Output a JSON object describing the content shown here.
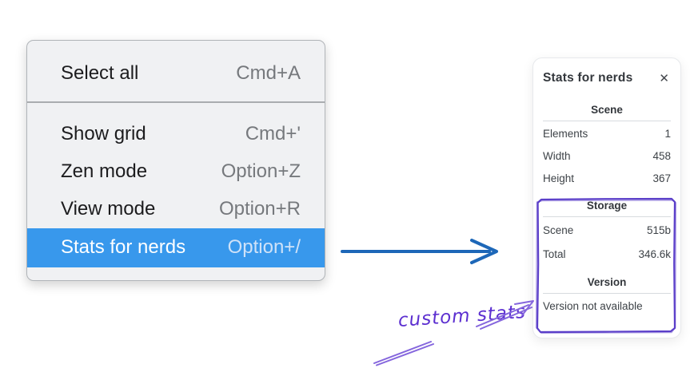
{
  "menu": {
    "items": [
      {
        "label": "Select all",
        "shortcut": "Cmd+A",
        "highlighted": false
      },
      {
        "label": "Show grid",
        "shortcut": "Cmd+'",
        "highlighted": false
      },
      {
        "label": "Zen mode",
        "shortcut": "Option+Z",
        "highlighted": false
      },
      {
        "label": "View mode",
        "shortcut": "Option+R",
        "highlighted": false
      },
      {
        "label": "Stats for nerds",
        "shortcut": "Option+/",
        "highlighted": true
      }
    ],
    "highlight_color": "#3898ec"
  },
  "stats_panel": {
    "title": "Stats for nerds",
    "sections": [
      {
        "heading": "Scene",
        "rows": [
          {
            "label": "Elements",
            "value": "1"
          },
          {
            "label": "Width",
            "value": "458"
          },
          {
            "label": "Height",
            "value": "367"
          }
        ]
      },
      {
        "heading": "Storage",
        "rows": [
          {
            "label": "Scene",
            "value": "515b"
          },
          {
            "label": "Total",
            "value": "346.6k"
          }
        ]
      },
      {
        "heading": "Version",
        "note": "Version not available"
      }
    ]
  },
  "annotation": {
    "label": "custom stats"
  },
  "icons": {
    "close": "✕"
  },
  "colors": {
    "menu_highlight": "#3898ec",
    "arrow_blue": "#1d67b8",
    "sketch_purple": "#5b3fc9",
    "sketch_purple_light": "#8566dd",
    "annotation_purple": "#5c2fd0"
  }
}
